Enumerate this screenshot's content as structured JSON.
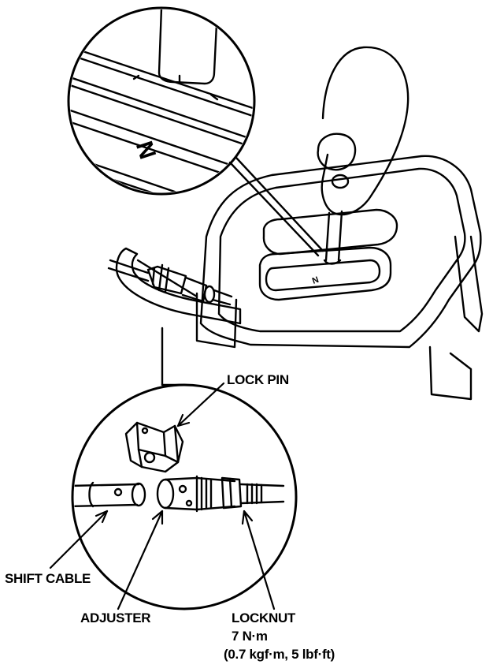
{
  "labels": {
    "lock_pin": "LOCK PIN",
    "shift_cable": "SHIFT CABLE",
    "adjuster": "ADJUSTER",
    "locknut": "LOCKNUT",
    "torque_nm": "7 N·m",
    "torque_alt": "(0.7 kgf·m, 5 lbf·ft)"
  },
  "gate_marking": "N",
  "colors": {
    "line": "#000000",
    "background": "#ffffff"
  }
}
